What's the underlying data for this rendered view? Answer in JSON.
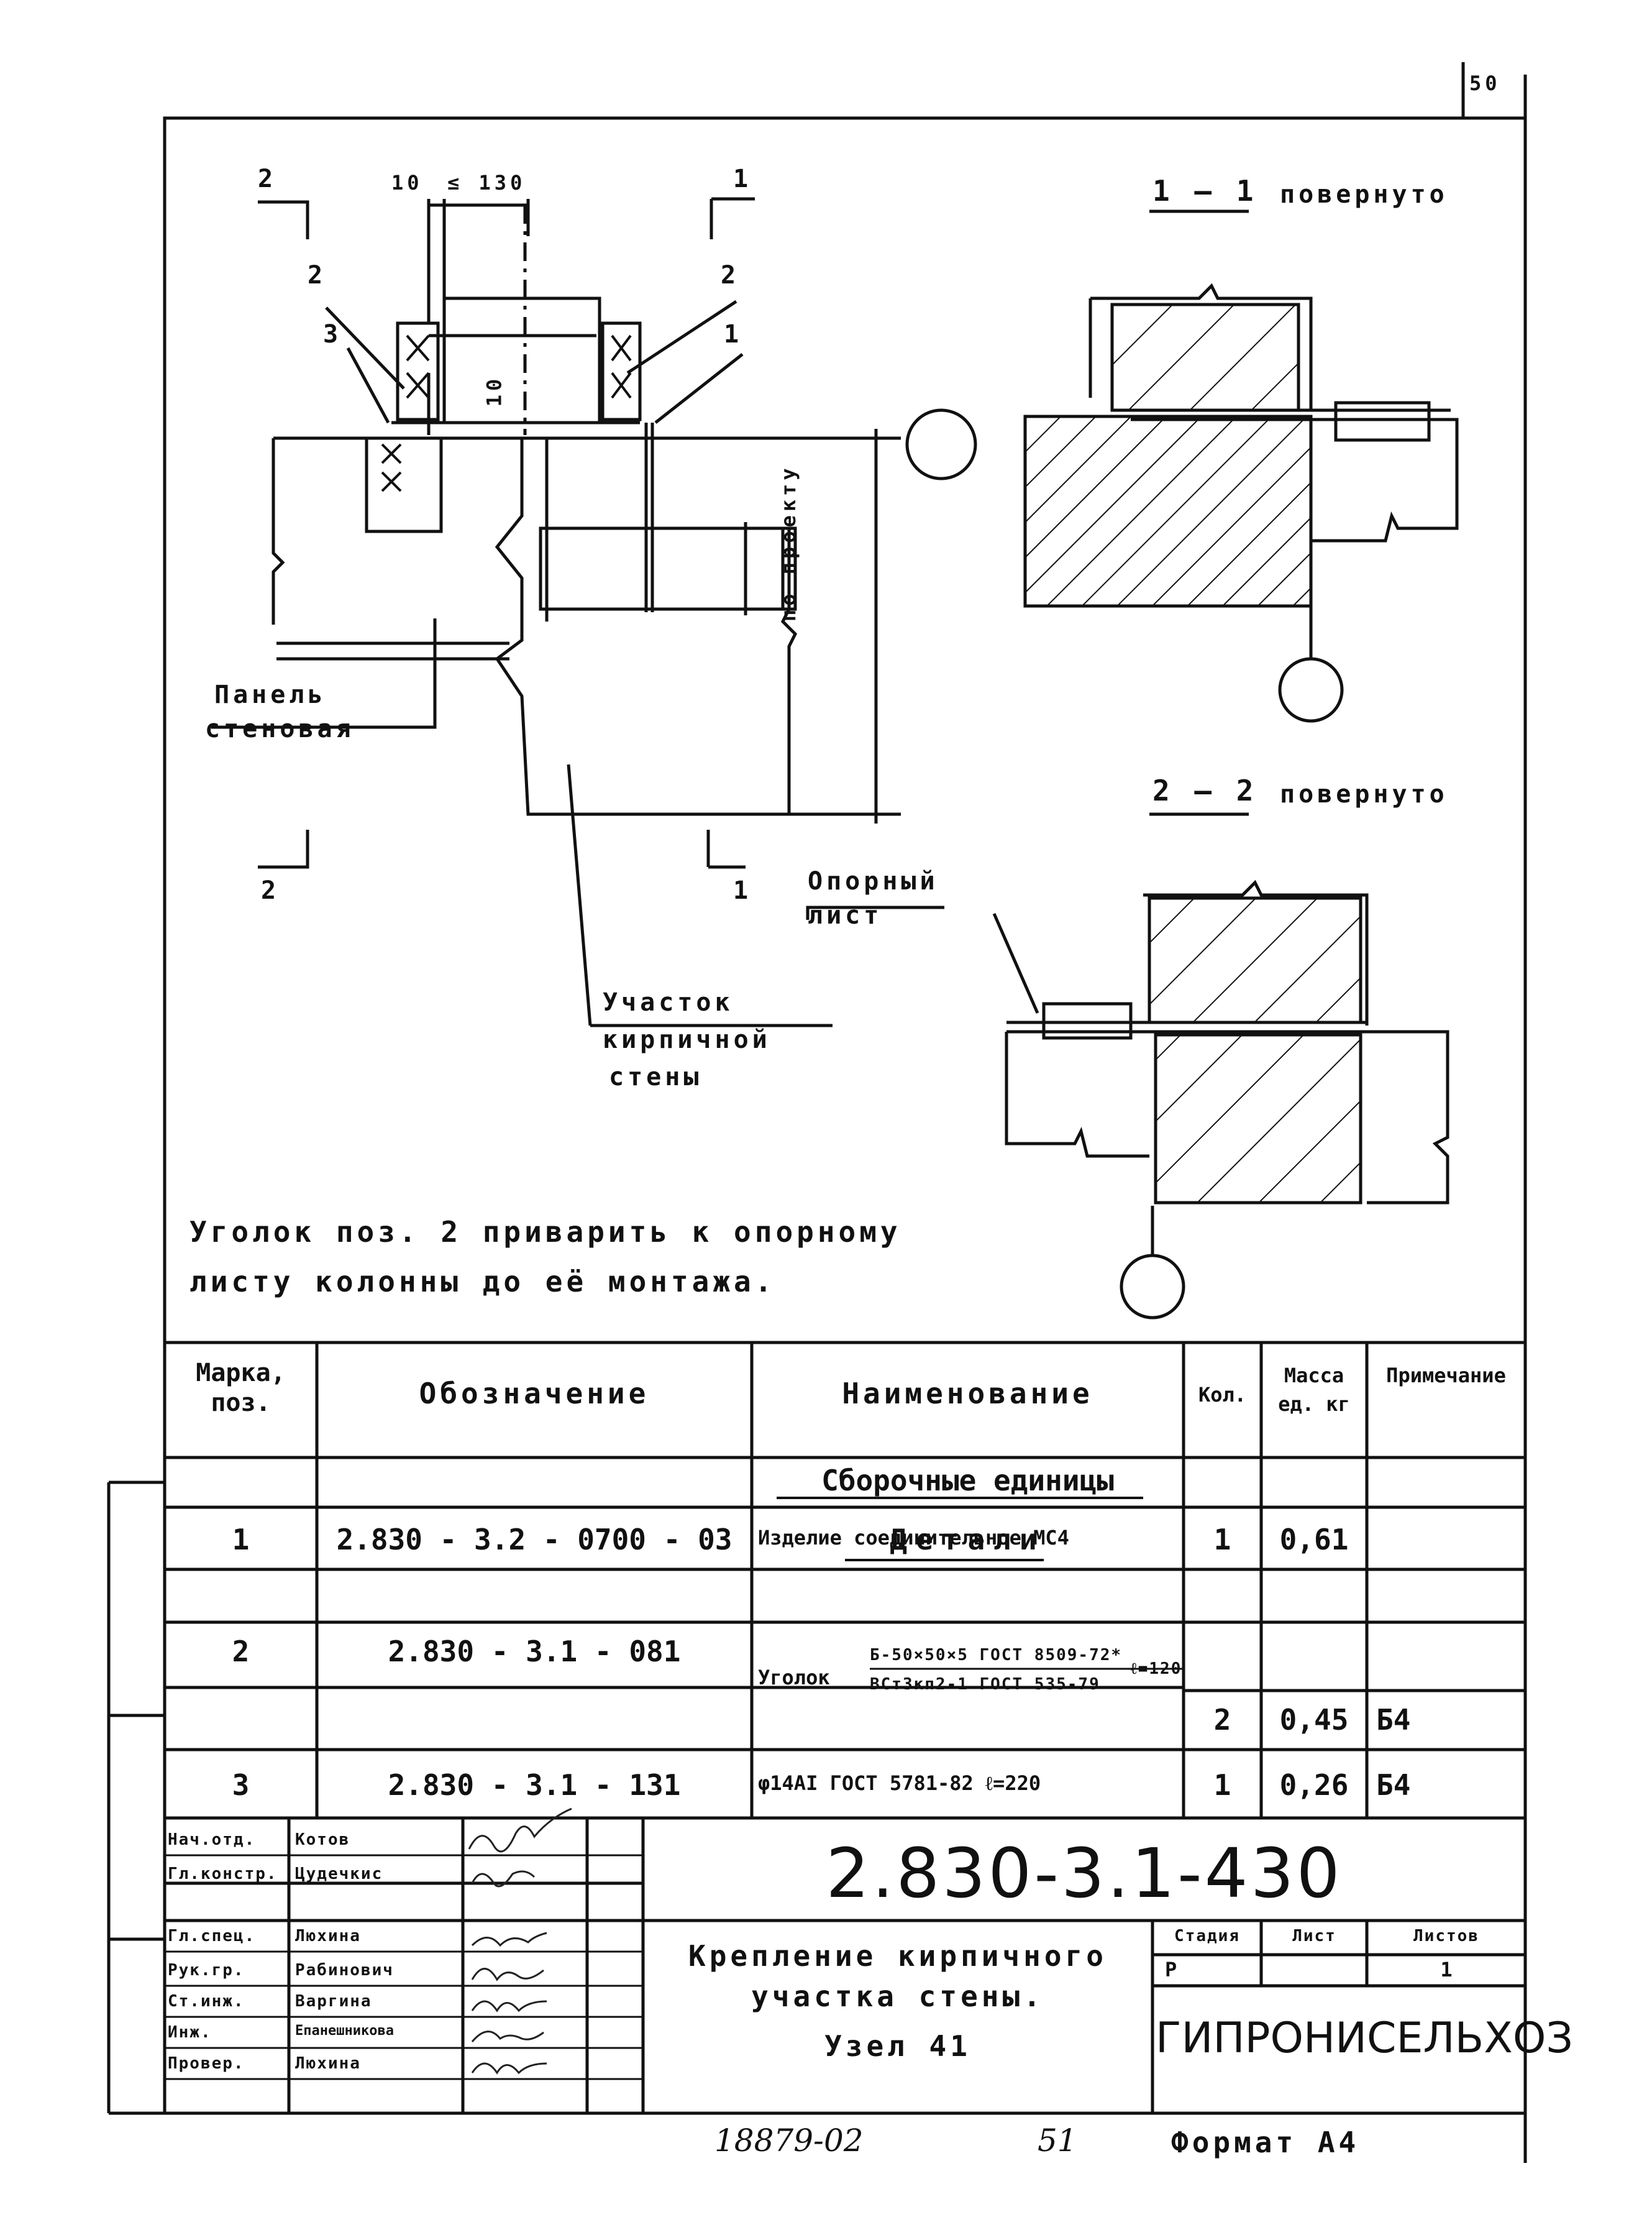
{
  "sheet_number": "50",
  "drawing": {
    "section_1_label": "1 – 1",
    "section_1_note": "повернуто",
    "section_2_label": "2 – 2",
    "section_2_note": "повернуто",
    "cut_mark_1": "1",
    "cut_mark_2": "2",
    "pos_1": "1",
    "pos_2": "2",
    "pos_3": "3",
    "dim_10_top": "10",
    "dim_130": "≤ 130",
    "dim_10_vert": "10",
    "dim_project": "по проекту",
    "label_panel": [
      "Панель",
      "стеновая"
    ],
    "label_plate": [
      "Опорный",
      "лист"
    ],
    "label_brick": [
      "Участок",
      "кирпичной",
      "стены"
    ],
    "note": [
      "Уголок поз. 2 приварить к опорному",
      "листу колонны до её монтажа."
    ]
  },
  "spec_table": {
    "headers": [
      "Марка, поз.",
      "Обозначение",
      "Наименование",
      "Кол.",
      "Масса ед. кг",
      "Примечание"
    ],
    "section_assembly": "Сборочные единицы",
    "section_details": "Детали",
    "rows": [
      {
        "pos": "1",
        "code": "2.830 - 3.2 - 0700 - 03",
        "name": "Изделие соединительное МС4",
        "qty": "1",
        "mass": "0,61",
        "note": ""
      },
      {
        "pos": "2",
        "code": "2.830 - 3.1 - 081",
        "name_prefix": "Уголок",
        "name_top": "Б-50×50×5 ГОСТ 8509-72*",
        "name_bottom": "ВСт3кп2-1 ГОСТ 535-79",
        "name_suffix": "ℓ=120",
        "qty": "2",
        "mass": "0,45",
        "note": "Б4"
      },
      {
        "pos": "3",
        "code": "2.830 - 3.1 - 131",
        "name": "φ14AI ГОСТ 5781-82  ℓ=220",
        "qty": "1",
        "mass": "0,26",
        "note": "Б4"
      }
    ]
  },
  "title_block": {
    "doc_code": "2.830-3.1-430",
    "title": [
      "Крепление кирпичного",
      "участка стены.",
      "Узел 41"
    ],
    "stage_label": "Стадия",
    "sheet_label": "Лист",
    "sheets_label": "Листов",
    "stage": "Р",
    "sheet": "",
    "sheets": "1",
    "org": "ГИПРОНИСЕЛЬХОЗ",
    "staff": [
      {
        "role": "Нач.отд.",
        "name": "Котов"
      },
      {
        "role": "Гл.констр.",
        "name": "Цудечкис"
      },
      {
        "role": "Гл.спец.",
        "name": "Люхина"
      },
      {
        "role": "Рук.гр.",
        "name": "Рабинович"
      },
      {
        "role": "Ст.инж.",
        "name": "Варгина"
      },
      {
        "role": "Инж.",
        "name": "Епанешникова"
      },
      {
        "role": "Провер.",
        "name": "Люхина"
      }
    ]
  },
  "footer": {
    "inventory": "18879-02",
    "page": "51",
    "format": "Формат А4"
  }
}
